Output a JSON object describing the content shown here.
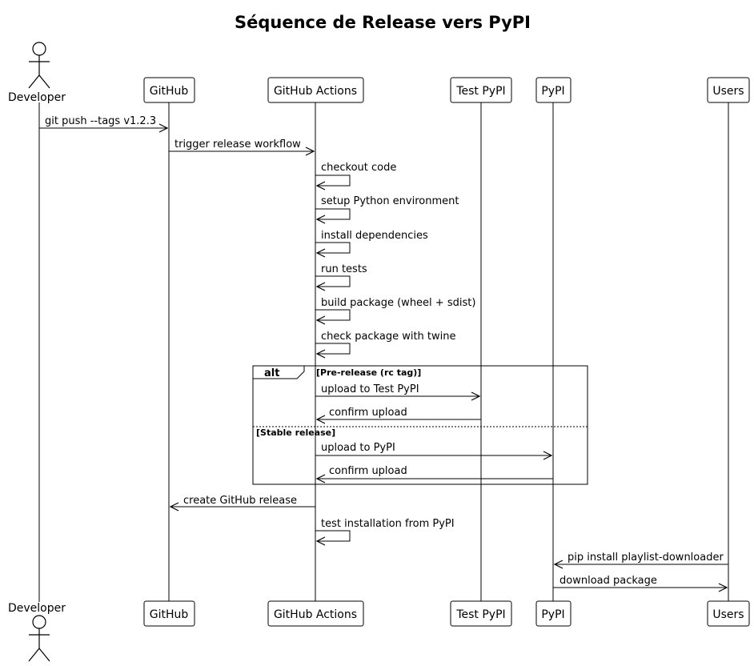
{
  "title": "Séquence de Release vers PyPI",
  "participants": [
    {
      "id": "dev",
      "label": "Developer",
      "kind": "actor"
    },
    {
      "id": "gh",
      "label": "GitHub",
      "kind": "box"
    },
    {
      "id": "gha",
      "label": "GitHub Actions",
      "kind": "box"
    },
    {
      "id": "tpypi",
      "label": "Test PyPI",
      "kind": "box"
    },
    {
      "id": "pypi",
      "label": "PyPI",
      "kind": "box"
    },
    {
      "id": "users",
      "label": "Users",
      "kind": "box"
    }
  ],
  "messages": [
    {
      "from": "dev",
      "to": "gh",
      "label": "git push --tags v1.2.3"
    },
    {
      "from": "gh",
      "to": "gha",
      "label": "trigger release workflow"
    },
    {
      "from": "gha",
      "to": "gha",
      "label": "checkout code"
    },
    {
      "from": "gha",
      "to": "gha",
      "label": "setup Python environment"
    },
    {
      "from": "gha",
      "to": "gha",
      "label": "install dependencies"
    },
    {
      "from": "gha",
      "to": "gha",
      "label": "run tests"
    },
    {
      "from": "gha",
      "to": "gha",
      "label": "build package (wheel + sdist)"
    },
    {
      "from": "gha",
      "to": "gha",
      "label": "check package with twine"
    },
    {
      "from": "gha",
      "to": "tpypi",
      "label": "upload to Test PyPI"
    },
    {
      "from": "tpypi",
      "to": "gha",
      "label": "confirm upload"
    },
    {
      "from": "gha",
      "to": "pypi",
      "label": "upload to PyPI"
    },
    {
      "from": "pypi",
      "to": "gha",
      "label": "confirm upload"
    },
    {
      "from": "gha",
      "to": "gh",
      "label": "create GitHub release"
    },
    {
      "from": "gha",
      "to": "gha",
      "label": "test installation from PyPI"
    },
    {
      "from": "users",
      "to": "pypi",
      "label": "pip install playlist-downloader"
    },
    {
      "from": "pypi",
      "to": "users",
      "label": "download package"
    }
  ],
  "alt_frame": {
    "keyword": "alt",
    "branches": [
      {
        "condition": "[Pre-release (rc tag)]"
      },
      {
        "condition": "[Stable release]"
      }
    ]
  }
}
